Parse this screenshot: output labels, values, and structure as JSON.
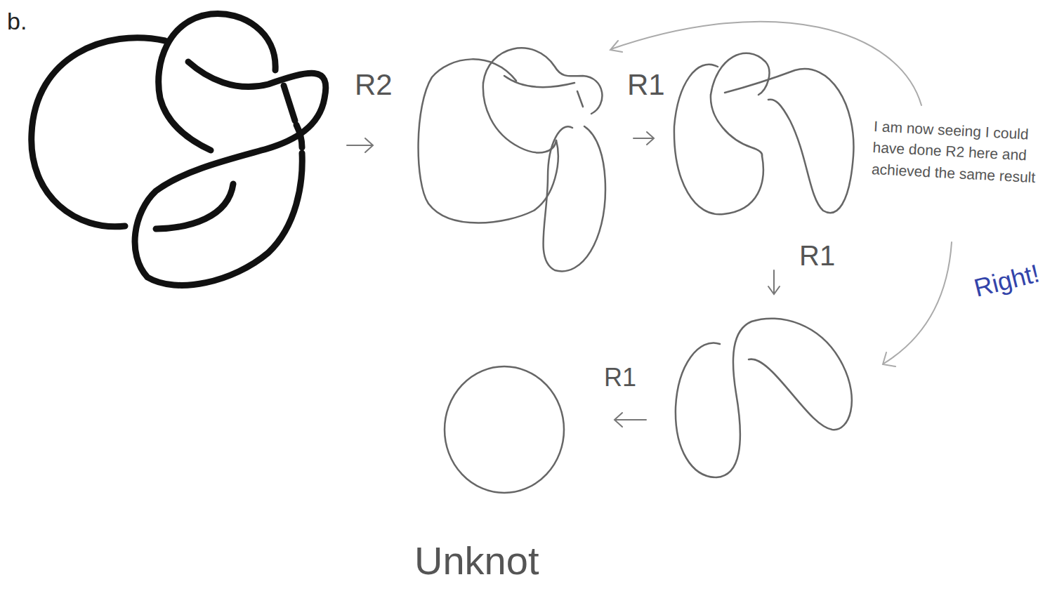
{
  "diagram": {
    "labels": [
      "b.",
      "R2",
      "R1",
      "R1",
      "R1",
      "I am now seeing I could have done R2 here and achieved the same result",
      "Right!",
      "Unknot"
    ]
  }
}
